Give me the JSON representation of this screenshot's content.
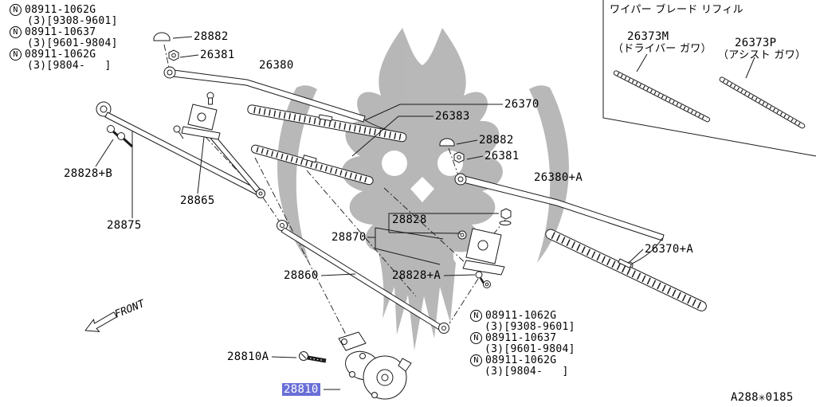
{
  "meta": {
    "ref_code": "A288✳0185",
    "front_label": "FRONT"
  },
  "fastener_notes": [
    {
      "symbol": "N",
      "part": "08911-1062G",
      "range": "(3)[9308-9601]"
    },
    {
      "symbol": "N",
      "part": "08911-10637",
      "range": "(3)[9601-9804]"
    },
    {
      "symbol": "N",
      "part": "08911-1062G",
      "range": "(3)[9804-   ]"
    }
  ],
  "parts": {
    "cap_left": "28882",
    "pivot_nut_left": "26381",
    "wiper_arm_left": "26380",
    "wiper_blade_left": "26370",
    "wiper_blade_left_lower": "26383",
    "cap_right": "28882",
    "pivot_nut_right": "26381",
    "wiper_arm_right": "26380+A",
    "wiper_blade_right": "26370+A",
    "nuts_left": "28828+B",
    "pivot_assembly_left": "28865",
    "linkage_assembly": "28875",
    "nuts_center": "28828",
    "pivot_assembly_center": "28870",
    "connecting_rod": "28860",
    "nuts_lower": "28828+A",
    "motor_bolt": "28810A",
    "wiper_motor": "28810"
  },
  "refill_panel": {
    "title": "ワイパー ブレード リフィル",
    "items": [
      {
        "part": "26373M",
        "note": "（ドライバー ガワ）"
      },
      {
        "part": "26373P",
        "note": "（アシスト ガワ）"
      }
    ]
  },
  "highlight": {
    "part": "28810",
    "color": "#6a6fd8"
  }
}
